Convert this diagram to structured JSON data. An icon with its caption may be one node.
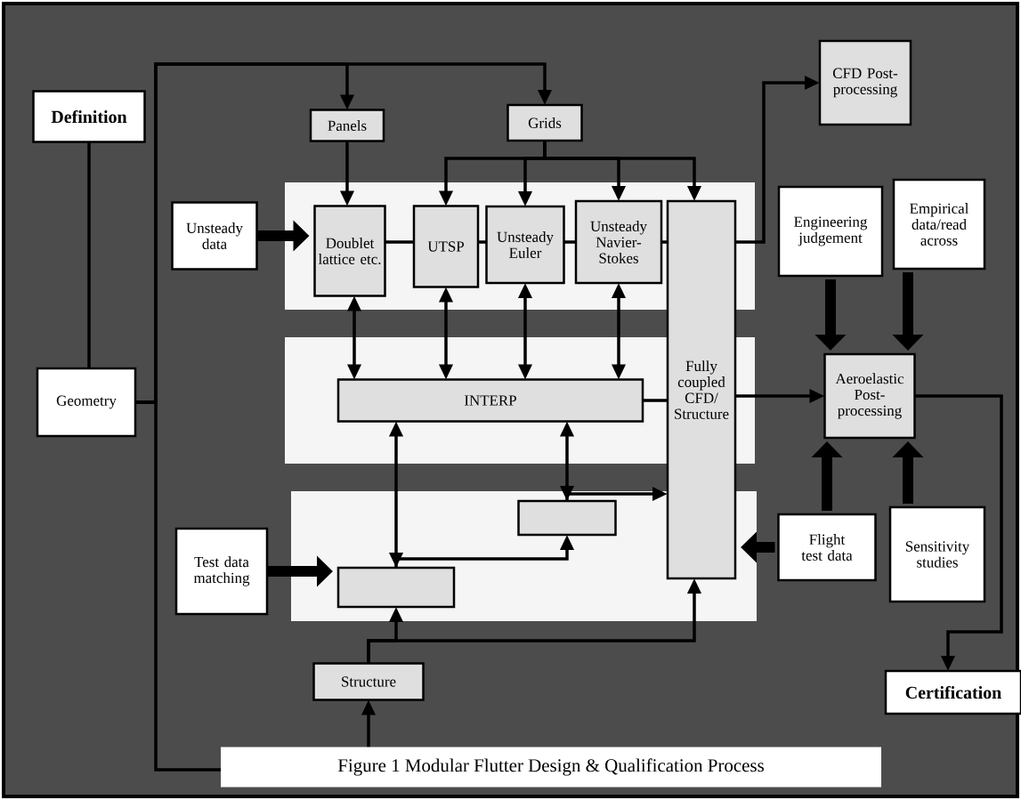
{
  "diagram": {
    "caption": "Figure 1 Modular Flutter Design & Qualification Process",
    "nodes": [
      {
        "text": [
          "Definition"
        ]
      },
      {
        "text": [
          "Panels"
        ]
      },
      {
        "text": [
          "Grids"
        ]
      },
      {
        "text": [
          "CFD Post-processing"
        ]
      },
      {
        "text": [
          "Unsteady data"
        ]
      },
      {
        "text": [
          "Doublet lattice etc."
        ]
      },
      {
        "text": [
          "UTSP"
        ]
      },
      {
        "text": [
          "Unsteady Euler"
        ]
      },
      {
        "text": [
          "Unsteady Navier-Stokes"
        ]
      },
      {
        "text": [
          "Fully coupled CFD/ Structure"
        ]
      },
      {
        "text": [
          "Engineering judgement"
        ]
      },
      {
        "text": [
          "Empirical data/read across"
        ]
      },
      {
        "text": [
          "Geometry"
        ]
      },
      {
        "text": [
          "INTERP"
        ]
      },
      {
        "text": [
          "Aeroelastic Post-processing"
        ]
      },
      {
        "text": [],
        "shape": "box"
      },
      {
        "text": [
          "Test data matching"
        ]
      },
      {
        "text": [],
        "shape": "box"
      },
      {
        "text": [
          "Flight test data"
        ]
      },
      {
        "text": [
          "Sensitivity studies"
        ]
      },
      {
        "text": [
          "Structure"
        ]
      },
      {
        "text": [
          "Certification"
        ]
      }
    ],
    "edges": [
      {
        "from": 0,
        "to": 12,
        "arrow": "none"
      },
      {
        "from": 12,
        "to": 1,
        "arrow": "to"
      },
      {
        "from": 12,
        "to": 2,
        "arrow": "to"
      },
      {
        "from": 12,
        "to": 20,
        "arrow": "to"
      },
      {
        "from": 1,
        "to": 5,
        "arrow": "to"
      },
      {
        "from": 2,
        "to": 6,
        "arrow": "to"
      },
      {
        "from": 2,
        "to": 7,
        "arrow": "to"
      },
      {
        "from": 2,
        "to": 8,
        "arrow": "to"
      },
      {
        "from": 2,
        "to": 9,
        "arrow": "to"
      },
      {
        "from": 5,
        "to": 6,
        "arrow": "none"
      },
      {
        "from": 6,
        "to": 7,
        "arrow": "none"
      },
      {
        "from": 7,
        "to": 8,
        "arrow": "none"
      },
      {
        "from": 8,
        "to": 9,
        "arrow": "none"
      },
      {
        "from": 9,
        "to": 3,
        "arrow": "to"
      },
      {
        "from": 5,
        "to": 13,
        "arrow": "both"
      },
      {
        "from": 6,
        "to": 13,
        "arrow": "both"
      },
      {
        "from": 7,
        "to": 13,
        "arrow": "both"
      },
      {
        "from": 8,
        "to": 13,
        "arrow": "both"
      },
      {
        "from": 13,
        "to": 9,
        "arrow": "none"
      },
      {
        "from": 9,
        "to": 14,
        "arrow": "to"
      },
      {
        "from": 13,
        "to": 17,
        "arrow": "both"
      },
      {
        "from": 13,
        "to": 15,
        "arrow": "both"
      },
      {
        "from": 17,
        "to": 15,
        "arrow": "to"
      },
      {
        "from": 15,
        "to": 9,
        "arrow": "to"
      },
      {
        "from": 20,
        "to": 17,
        "arrow": "to"
      },
      {
        "from": 20,
        "to": 9,
        "arrow": "to"
      },
      {
        "from": 14,
        "to": 21,
        "arrow": "to"
      },
      {
        "from": 4,
        "to": 5,
        "arrow": "to",
        "style": "thick"
      },
      {
        "from": 16,
        "to": 17,
        "arrow": "to",
        "style": "thick"
      },
      {
        "from": 10,
        "to": 14,
        "arrow": "to",
        "style": "thick"
      },
      {
        "from": 11,
        "to": 14,
        "arrow": "to",
        "style": "thick"
      },
      {
        "from": 18,
        "to": 14,
        "arrow": "to",
        "style": "thick"
      },
      {
        "from": 19,
        "to": 14,
        "arrow": "to",
        "style": "thick"
      },
      {
        "from": 18,
        "to": 9,
        "arrow": "to",
        "style": "thick"
      }
    ]
  }
}
